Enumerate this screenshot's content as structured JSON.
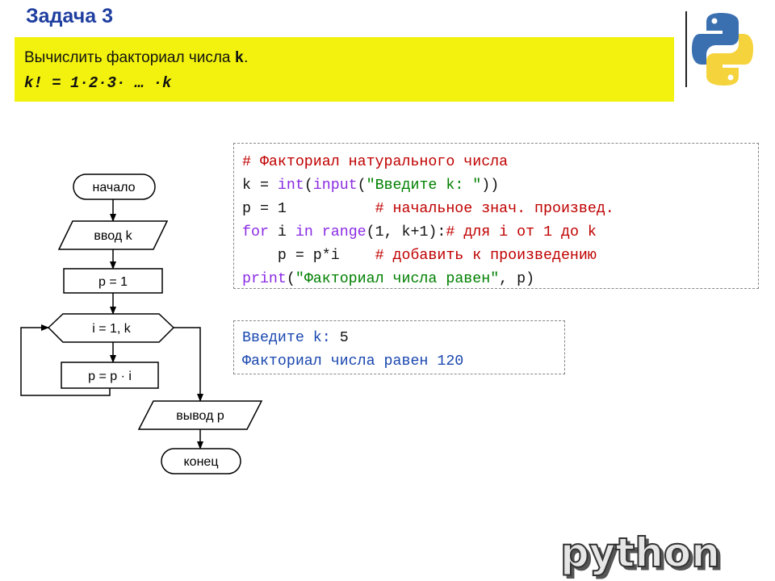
{
  "title": "Задача 3",
  "task": {
    "line1_text": "Вычислить факториал числа ",
    "line1_var": "k",
    "line1_end": ".",
    "formula": "k! = 1·2·3· … ·k"
  },
  "code": {
    "l1_comment": "# Факториал натурального числа",
    "l2_a": "k = ",
    "l2_int": "int",
    "l2_b": "(",
    "l2_input": "input",
    "l2_c": "(",
    "l2_str": "\"Введите k: \"",
    "l2_d": "))",
    "l3_a": "p = 1          ",
    "l3_comment": "# начальное знач. произвед.",
    "l4_for": "for",
    "l4_a": " i ",
    "l4_in": "in",
    "l4_b": " ",
    "l4_range": "range",
    "l4_c": "(1, k+1):",
    "l4_comment": "# для i от 1 до k",
    "l5_a": "    p = p*i    ",
    "l5_comment": "# добавить к произведению",
    "l6_print": "print",
    "l6_a": "(",
    "l6_str": "\"Факториал числа равен\"",
    "l6_b": ", p)"
  },
  "output": {
    "line1_label": "Введите k: ",
    "line1_value": "5",
    "line2": "Факториал числа равен 120"
  },
  "flowchart": {
    "start": "начало",
    "input": "ввод k",
    "init": "p = 1",
    "loop": "i = 1, k",
    "body": "p = p · i",
    "output": "вывод p",
    "end": "конец"
  },
  "brand": {
    "wordmark": "python",
    "logo_icon": "python-logo-icon",
    "colors": {
      "blue": "#3a6fb0",
      "yellow": "#f5d33c",
      "title": "#1f3fa0",
      "task_bg": "#f2f20e"
    }
  }
}
